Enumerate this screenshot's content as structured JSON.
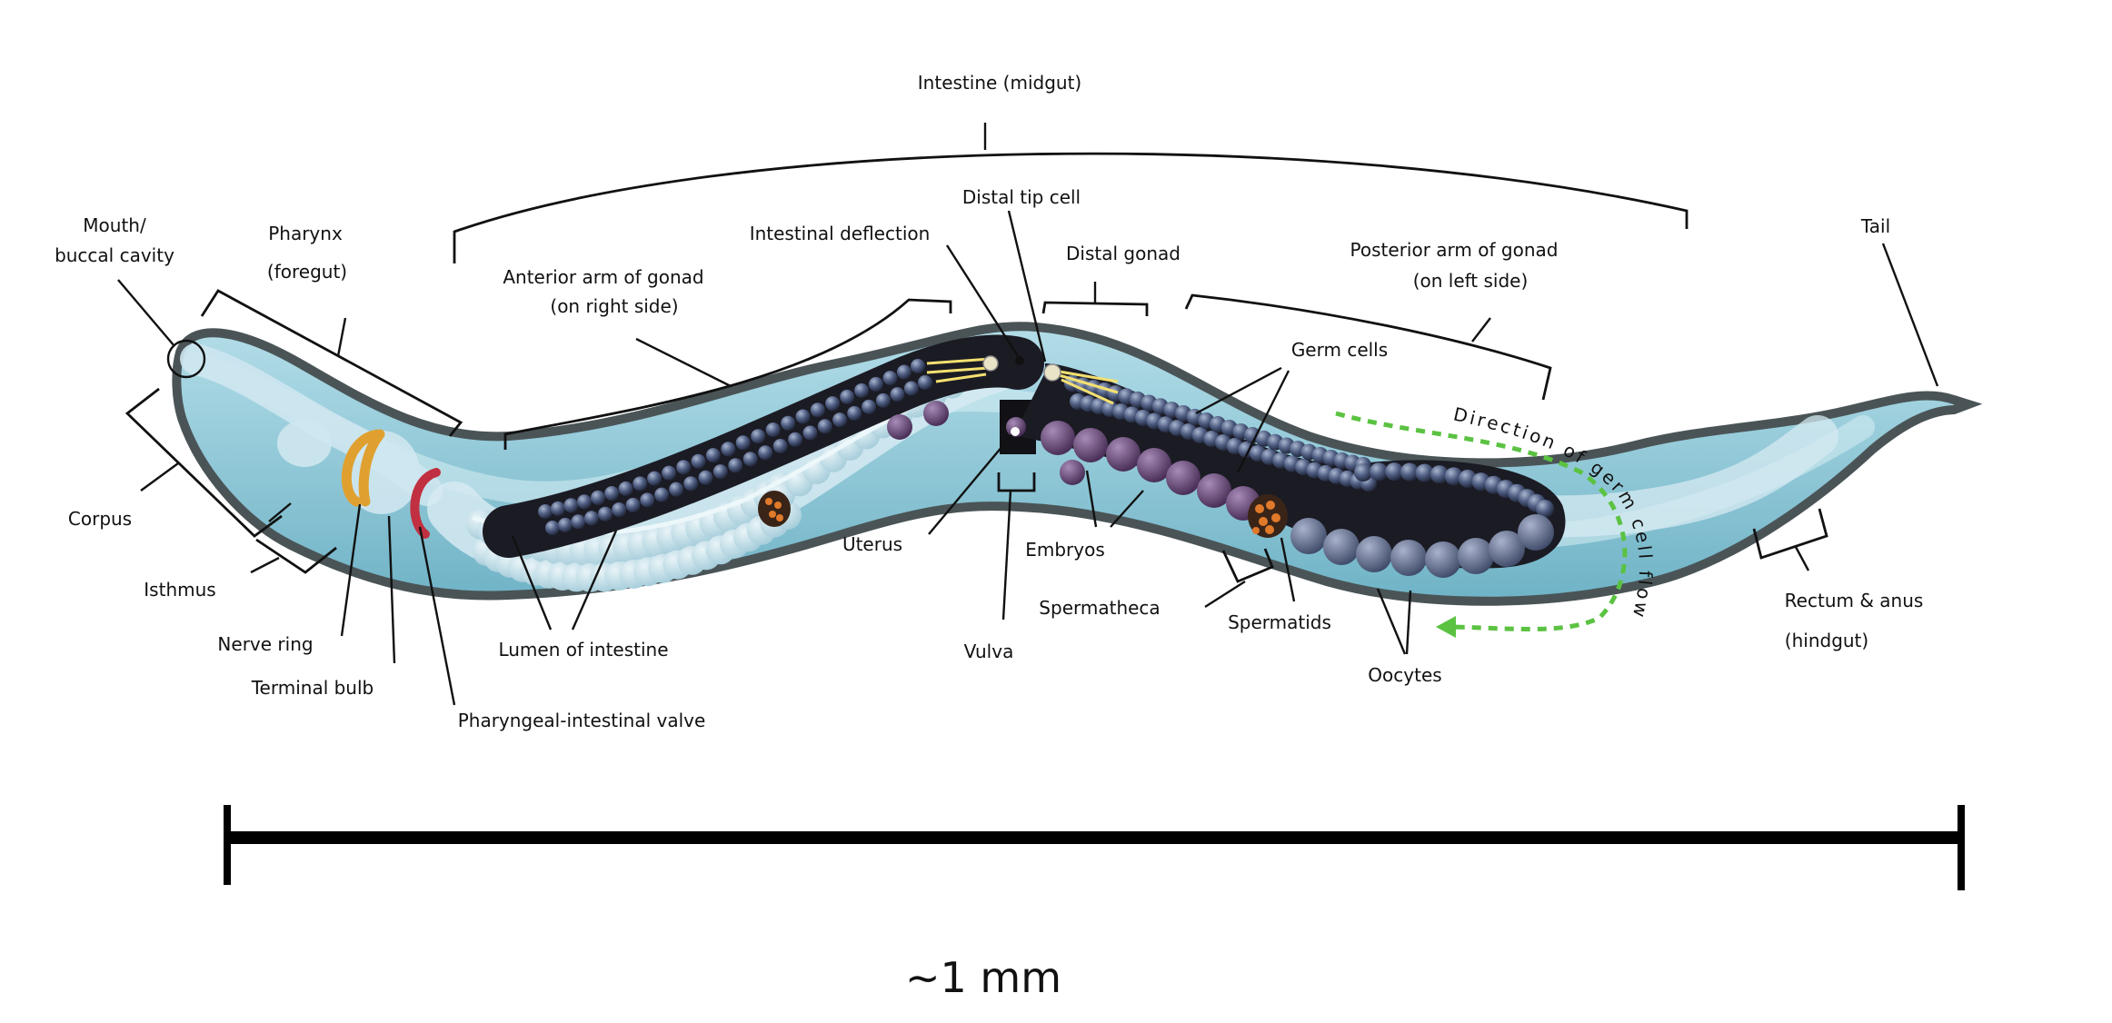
{
  "labels": {
    "mouth_1": "Mouth/",
    "mouth_2": "buccal cavity",
    "pharynx_1": "Pharynx",
    "pharynx_2": "(foregut)",
    "corpus": "Corpus",
    "isthmus": "Isthmus",
    "nerve_ring": "Nerve ring",
    "terminal_bulb": "Terminal bulb",
    "pi_valve": "Pharyngeal-intestinal valve",
    "intestine": "Intestine (midgut)",
    "anterior_arm_1": "Anterior arm of gonad",
    "anterior_arm_2": "(on right side)",
    "intestinal_deflection": "Intestinal deflection",
    "distal_tip_cell": "Distal tip cell",
    "distal_gonad": "Distal gonad",
    "posterior_arm_1": "Posterior arm of gonad",
    "posterior_arm_2": "(on left side)",
    "germ_cells": "Germ cells",
    "tail": "Tail",
    "lumen": "Lumen of intestine",
    "uterus": "Uterus",
    "vulva": "Vulva",
    "embryos": "Embryos",
    "spermatheca": "Spermatheca",
    "spermatids": "Spermatids",
    "oocytes": "Oocytes",
    "rectum_1": "Rectum & anus",
    "rectum_2": "(hindgut)",
    "direction": "Direction of germ cell flow",
    "scale": "~1 mm"
  },
  "colors": {
    "body_fill": "#8fc9d8",
    "body_outline": "#4a5457",
    "intestine": "#d6eaf2",
    "germ_cell": "#3e4a6a",
    "gonad_dark": "#1b1b24",
    "embryo": "#6b4a7c",
    "spermatid": "#e07a2a",
    "nerve_ring": "#e0a030",
    "valve": "#c03040",
    "flow_arrow": "#5bc242",
    "distal_tip": "#f3e070"
  }
}
